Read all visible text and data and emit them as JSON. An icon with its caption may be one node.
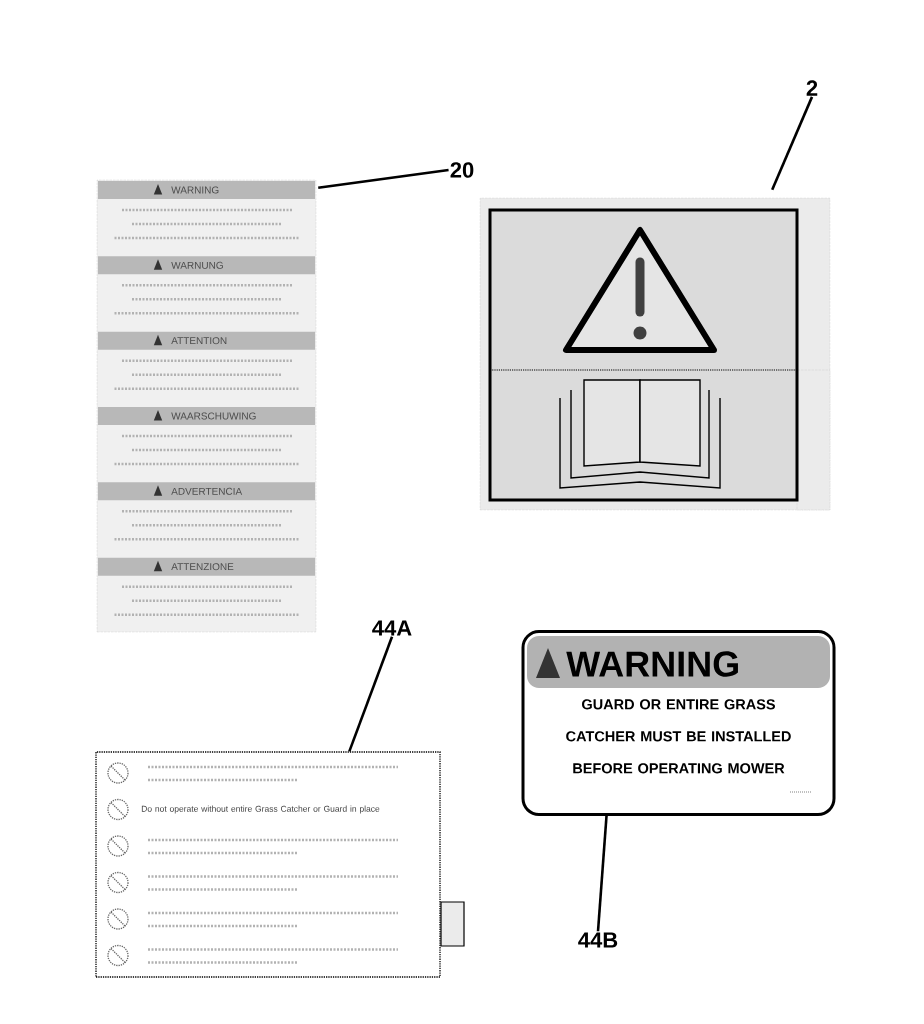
{
  "diagram": {
    "nodes": [
      {
        "text": [
          "20"
        ]
      },
      {
        "text": [
          "WARNING",
          "WARNUNG",
          "ATTENTION",
          "WAARSCHUWING",
          "ADVERTENCIA",
          "ATTENZIONE"
        ]
      },
      {
        "text": [
          "2"
        ]
      },
      {
        "text": [],
        "shape": "box"
      },
      {
        "text": [
          "44A"
        ]
      },
      {
        "text": [
          "Do not operate without entire Grass Catcher or Guard in place"
        ]
      },
      {
        "text": [
          "44B"
        ]
      },
      {
        "text": [
          "WARNING",
          "GUARD OR ENTIRE GRASS CATCHER MUST BE INSTALLED BEFORE OPERATING MOWER"
        ]
      }
    ],
    "edges": [
      {
        "from": 0,
        "to": 1,
        "arrow": "none"
      },
      {
        "from": 2,
        "to": 3,
        "arrow": "none"
      },
      {
        "from": 4,
        "to": 5,
        "arrow": "none"
      },
      {
        "from": 6,
        "to": 7,
        "arrow": "none"
      }
    ]
  }
}
